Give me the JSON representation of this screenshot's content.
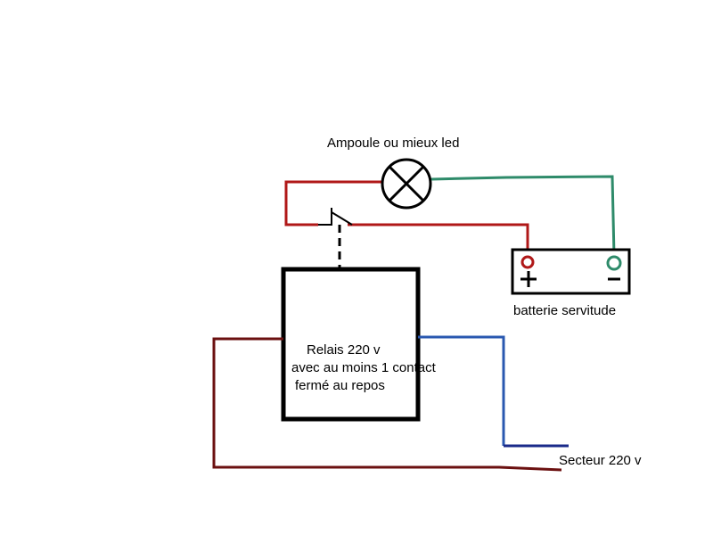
{
  "labels": {
    "lamp": "Ampoule ou mieux led",
    "battery": "batterie servitude",
    "relay_line1": "Relais 220 v",
    "relay_line2": "avec au moins 1 contact",
    "relay_line3": "fermé au repos",
    "mains": "Secteur 220 v",
    "battery_plus": "+",
    "battery_minus": "−"
  },
  "colors": {
    "red_wire": "#b01818",
    "green_wire": "#2e8b6a",
    "blue_wire": "#2a58b0",
    "maroon_wire": "#6b1010",
    "navy_wire": "#1a2a8a",
    "black": "#000000"
  }
}
